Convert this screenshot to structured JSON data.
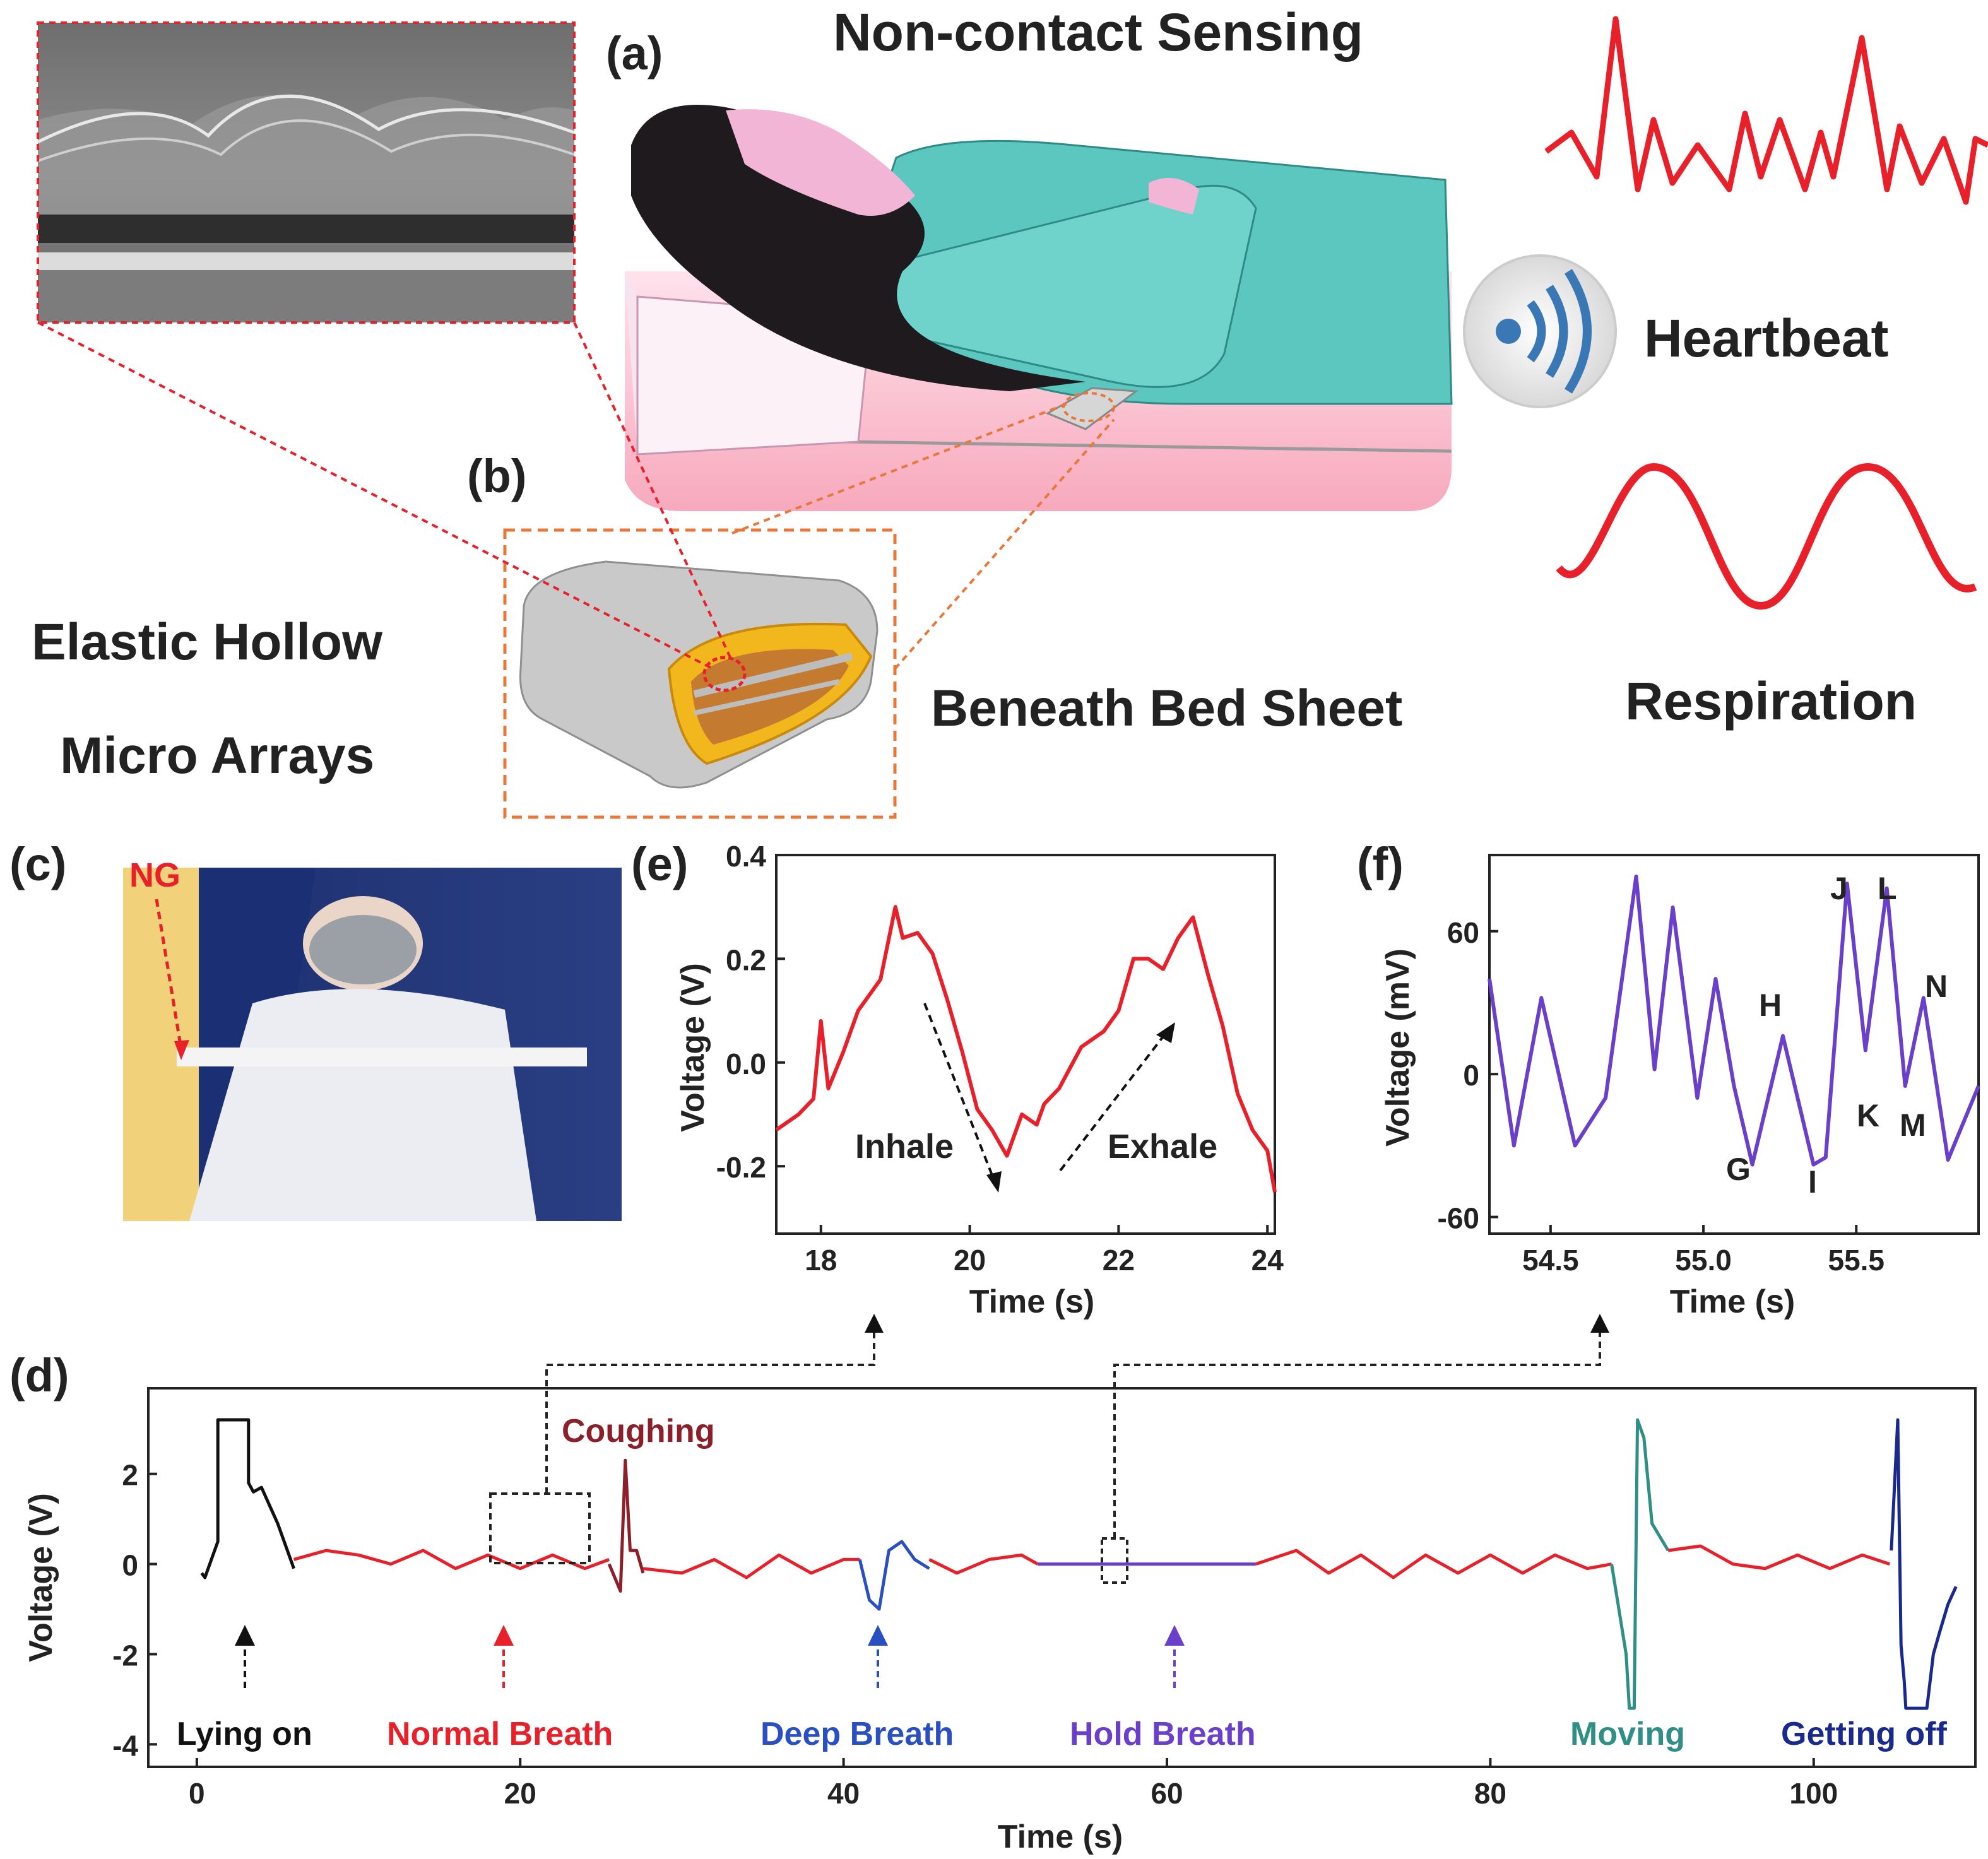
{
  "panels": {
    "a": "(a)",
    "b": "(b)",
    "c": "(c)",
    "d": "(d)",
    "e": "(e)",
    "f": "(f)"
  },
  "top": {
    "title": "Non-contact Sensing",
    "heartbeat": "Heartbeat",
    "respiration": "Respiration",
    "beneath": "Beneath Bed Sheet",
    "elastic_line1": "Elastic Hollow",
    "elastic_line2": "Micro Arrays",
    "ng": "NG"
  },
  "colors": {
    "red": "#e8202a",
    "purple": "#6a3fc9",
    "blue": "#2a4fc0",
    "teal": "#2f8f86",
    "navy": "#1a2a8c",
    "maroon": "#8b1f2a",
    "black": "#111111",
    "orange_dash": "#e8783a",
    "body_teal": "#5cc7bf"
  },
  "chart_data": [
    {
      "id": "e",
      "type": "line",
      "xlabel": "Time (s)",
      "ylabel": "Voltage (V)",
      "xlim": [
        17.4,
        24.1
      ],
      "ylim": [
        -0.33,
        0.4
      ],
      "xticks": [
        18,
        20,
        22,
        24
      ],
      "yticks": [
        -0.2,
        0.0,
        0.2,
        0.4
      ],
      "ytick_labels": [
        "-0.2",
        "0.0",
        "0.2",
        "0.4"
      ],
      "series": [
        {
          "x": [
            17.4,
            17.7,
            17.9,
            18.0,
            18.1,
            18.3,
            18.5,
            18.8,
            19.0,
            19.1,
            19.3,
            19.5,
            19.7,
            19.9,
            20.1,
            20.3,
            20.5,
            20.7,
            20.9,
            21.0,
            21.2,
            21.5,
            21.8,
            22.0,
            22.2,
            22.4,
            22.6,
            22.8,
            23.0,
            23.2,
            23.4,
            23.6,
            23.8,
            24.0,
            24.1
          ],
          "y": [
            -0.13,
            -0.1,
            -0.07,
            0.08,
            -0.05,
            0.02,
            0.1,
            0.16,
            0.3,
            0.24,
            0.25,
            0.21,
            0.12,
            0.02,
            -0.09,
            -0.13,
            -0.18,
            -0.1,
            -0.12,
            -0.08,
            -0.05,
            0.03,
            0.06,
            0.1,
            0.2,
            0.2,
            0.18,
            0.24,
            0.28,
            0.17,
            0.07,
            -0.06,
            -0.13,
            -0.17,
            -0.25
          ]
        }
      ],
      "annotations": [
        "Inhale",
        "Exhale"
      ]
    },
    {
      "id": "f",
      "type": "line",
      "xlabel": "Time (s)",
      "ylabel": "Voltage (mV)",
      "xlim": [
        54.3,
        55.9
      ],
      "ylim": [
        -67,
        92
      ],
      "xticks": [
        54.5,
        55.0,
        55.5
      ],
      "xtick_labels": [
        "54.5",
        "55.0",
        "55.5"
      ],
      "yticks": [
        -60,
        0,
        60
      ],
      "ytick_labels": [
        "-60",
        "0",
        "60"
      ],
      "series": [
        {
          "x": [
            54.3,
            54.38,
            54.47,
            54.58,
            54.68,
            54.78,
            54.84,
            54.9,
            54.98,
            55.04,
            55.1,
            55.16,
            55.26,
            55.36,
            55.4,
            55.47,
            55.53,
            55.6,
            55.66,
            55.72,
            55.8,
            55.9
          ],
          "y": [
            40,
            -30,
            32,
            -30,
            -10,
            83,
            2,
            70,
            -10,
            40,
            -5,
            -38,
            16,
            -38,
            -35,
            80,
            10,
            78,
            -5,
            32,
            -36,
            -5
          ]
        }
      ],
      "point_labels": [
        "G",
        "H",
        "I",
        "J",
        "K",
        "L",
        "M",
        "N"
      ]
    },
    {
      "id": "d",
      "type": "line",
      "xlabel": "Time (s)",
      "ylabel": "Voltage (V)",
      "xlim": [
        -3,
        110
      ],
      "ylim": [
        -4.5,
        3.9
      ],
      "xticks": [
        0,
        20,
        40,
        60,
        80,
        100
      ],
      "yticks": [
        -4,
        -2,
        0,
        2
      ],
      "series": [
        {
          "name": "Lying on",
          "color": "black",
          "x": [
            0.3,
            0.5,
            1.0,
            1.3,
            1.3,
            3.2,
            3.2,
            3.5,
            4.0,
            4.5,
            5.0,
            5.5,
            6.0
          ],
          "y": [
            -0.2,
            -0.3,
            0.2,
            0.5,
            3.2,
            3.2,
            1.8,
            1.6,
            1.7,
            1.3,
            0.9,
            0.4,
            -0.1
          ]
        },
        {
          "name": "Normal Breath",
          "color": "red",
          "x": [
            6,
            8,
            10,
            12,
            14,
            16,
            18,
            20,
            22,
            24,
            25.5
          ],
          "y": [
            0.1,
            0.3,
            0.2,
            0,
            0.3,
            -0.1,
            0.2,
            -0.1,
            0.2,
            -0.1,
            0.1
          ]
        },
        {
          "name": "Coughing",
          "color": "maroon",
          "x": [
            25.5,
            26.2,
            26.5,
            26.8,
            27.2,
            27.6
          ],
          "y": [
            0,
            -0.6,
            2.3,
            0.3,
            0.3,
            -0.2
          ]
        },
        {
          "name": "Normal Breath 2",
          "color": "red",
          "x": [
            27.6,
            30,
            32,
            34,
            36,
            38,
            40,
            41
          ],
          "y": [
            -0.1,
            -0.2,
            0.1,
            -0.3,
            0.2,
            -0.2,
            0.1,
            0.1
          ]
        },
        {
          "name": "Deep Breath",
          "color": "blue",
          "x": [
            41,
            41.6,
            42.2,
            42.8,
            43.6,
            44.4,
            45.3
          ],
          "y": [
            0.1,
            -0.8,
            -1.0,
            0.3,
            0.5,
            0.1,
            -0.1
          ]
        },
        {
          "name": "Normal Breath 3",
          "color": "red",
          "x": [
            45.3,
            47,
            49,
            51,
            52
          ],
          "y": [
            0.1,
            -0.2,
            0.1,
            0.2,
            0
          ]
        },
        {
          "name": "Hold Breath",
          "color": "purple",
          "x": [
            52,
            57,
            62,
            65.5
          ],
          "y": [
            0,
            0,
            0,
            0
          ]
        },
        {
          "name": "Normal Breath 4",
          "color": "red",
          "x": [
            65.5,
            68,
            70,
            72,
            74,
            76,
            78,
            80,
            82,
            84,
            86,
            87.5
          ],
          "y": [
            0,
            0.3,
            -0.2,
            0.2,
            -0.3,
            0.2,
            -0.2,
            0.2,
            -0.2,
            0.2,
            -0.1,
            0
          ]
        },
        {
          "name": "Moving",
          "color": "teal",
          "x": [
            87.5,
            88.4,
            88.6,
            88.9,
            89.1,
            89.5,
            90.0,
            91.0
          ],
          "y": [
            0,
            -2,
            -3.2,
            -3.2,
            3.2,
            2.8,
            0.9,
            0.3
          ]
        },
        {
          "name": "Normal Breath 5",
          "color": "red",
          "x": [
            91,
            93,
            95,
            97,
            99,
            101,
            103,
            104.7
          ],
          "y": [
            0.3,
            0.4,
            0,
            -0.1,
            0.2,
            -0.1,
            0.2,
            0
          ]
        },
        {
          "name": "Getting off",
          "color": "navy",
          "x": [
            104.8,
            105.2,
            105.4,
            105.6,
            105.7,
            107.0,
            107.4,
            107.8,
            108.3,
            108.8
          ],
          "y": [
            0.3,
            3.2,
            -1.8,
            -2.6,
            -3.2,
            -3.2,
            -2.0,
            -1.5,
            -0.9,
            -0.5
          ]
        }
      ]
    }
  ],
  "labels_d": {
    "lying": "Lying on",
    "normal": "Normal Breath",
    "coughing": "Coughing",
    "deep": "Deep Breath",
    "hold": "Hold Breath",
    "moving": "Moving",
    "getting_off": "Getting off"
  }
}
